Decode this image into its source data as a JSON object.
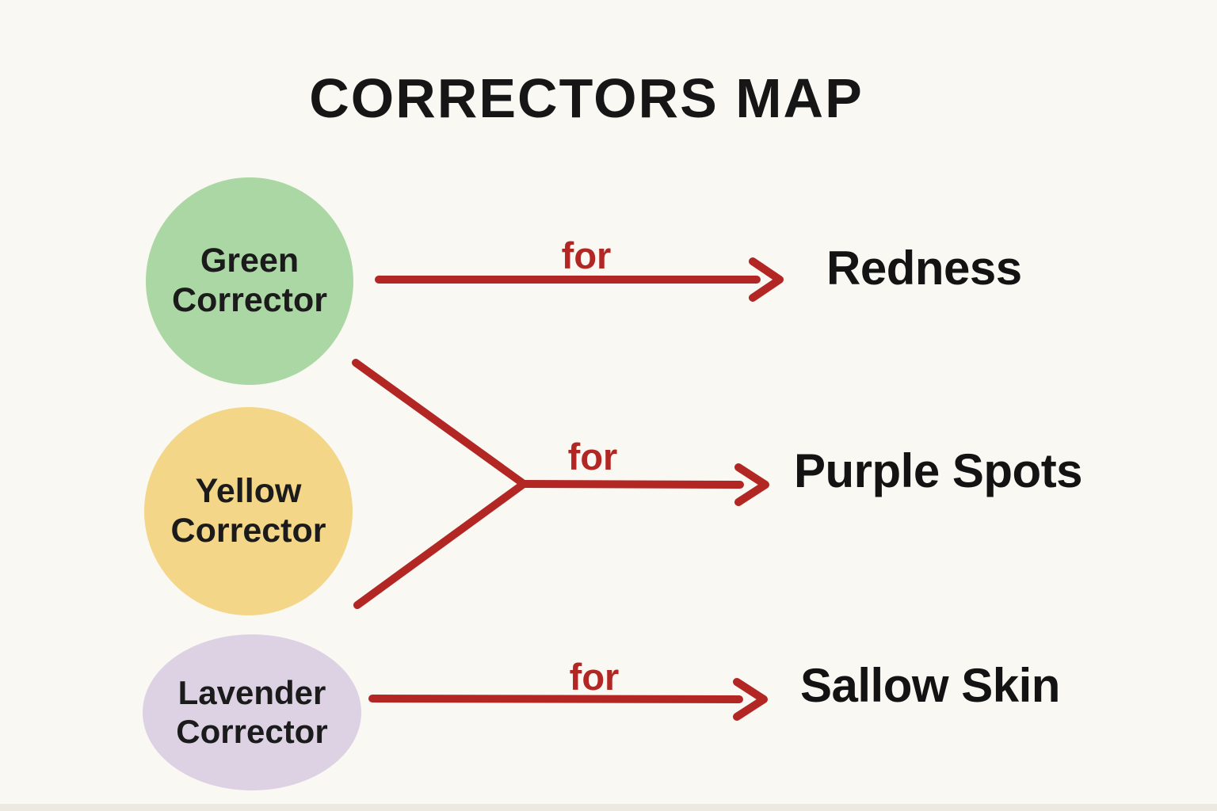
{
  "title": "CORRECTORS MAP",
  "nodes": [
    {
      "name": "Green Corrector",
      "label": "Green\nCorrector",
      "fill": "#abd7a4",
      "shape": "circle"
    },
    {
      "name": "Yellow Corrector",
      "label": "Yellow\nCorrector",
      "fill": "#f3d687",
      "shape": "circle"
    },
    {
      "name": "Lavender Corrector",
      "label": "Lavender\nCorrector",
      "fill": "#ddd1e4",
      "shape": "ellipse"
    }
  ],
  "targets": [
    "Redness",
    "Purple Spots",
    "Sallow Skin"
  ],
  "arrows": [
    {
      "from": [
        "Green Corrector"
      ],
      "to": "Redness",
      "label": "for"
    },
    {
      "from": [
        "Green Corrector",
        "Yellow Corrector"
      ],
      "to": "Purple Spots",
      "label": "for"
    },
    {
      "from": [
        "Lavender Corrector"
      ],
      "to": "Sallow Skin",
      "label": "for"
    }
  ],
  "colors": {
    "background": "#faf8f2",
    "arrow_red": "#b22724",
    "text_black": "#161616",
    "node_green": "#abd7a4",
    "node_yellow": "#f3d687",
    "node_lavender": "#ddd1e4"
  }
}
